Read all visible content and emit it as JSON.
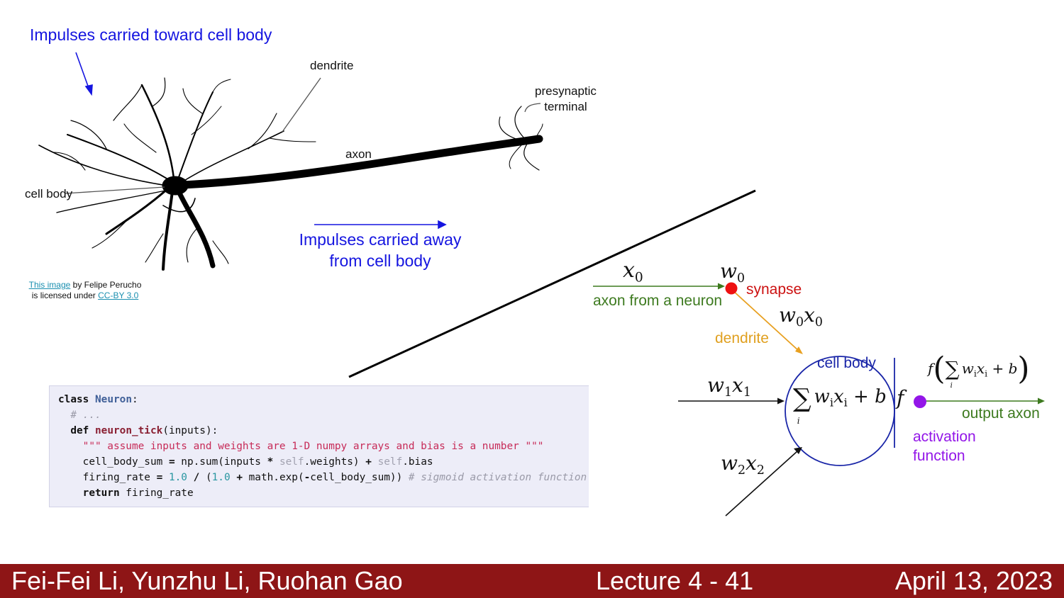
{
  "neuron_image": {
    "top_title": "Impulses carried toward cell body",
    "bottom_title_line1": "Impulses carried away",
    "bottom_title_line2": "from cell body",
    "labels": {
      "dendrite": "dendrite",
      "presynaptic_line1": "presynaptic",
      "presynaptic_line2": "terminal",
      "axon": "axon",
      "cell_body": "cell body"
    },
    "credit": {
      "link1": "This image",
      "text1": " by Felipe Perucho",
      "text2": "is licensed under ",
      "link2": "CC-BY 3.0"
    }
  },
  "code": {
    "lines": [
      "class Neuron:",
      "  # ...",
      "  def neuron_tick(inputs):",
      "    \"\"\" assume inputs and weights are 1-D numpy arrays and bias is a number \"\"\"",
      "    cell_body_sum = np.sum(inputs * self.weights) + self.bias",
      "    firing_rate = 1.0 / (1.0 + math.exp(-cell_body_sum)) # sigmoid activation function",
      "    return firing_rate"
    ]
  },
  "model_diagram": {
    "x0": "x",
    "x0_sub": "0",
    "w0": "w",
    "w0_sub": "0",
    "synapse": "synapse",
    "axon_from_neuron": "axon from a neuron",
    "w0x0": "w0x0",
    "dendrite": "dendrite",
    "cell_body": "cell body",
    "w1x1": "w1x1",
    "w2x2": "w2x2",
    "sum_expr": "∑ wi xi + b",
    "f": "f",
    "output_expr": "f ( ∑ wi xi + b )",
    "output_axon": "output axon",
    "activation_line1": "activation",
    "activation_line2": "function",
    "colors": {
      "green": "#3d7a1f",
      "red": "#ee1111",
      "orange": "#e8a020",
      "navy": "#1a26a8",
      "purple": "#9316e8"
    }
  },
  "footer": {
    "authors": "Fei-Fei Li, Yunzhu Li, Ruohan Gao",
    "lecture": "Lecture 4 - 41",
    "date": "April 13, 2023",
    "background": "#8e1516"
  }
}
